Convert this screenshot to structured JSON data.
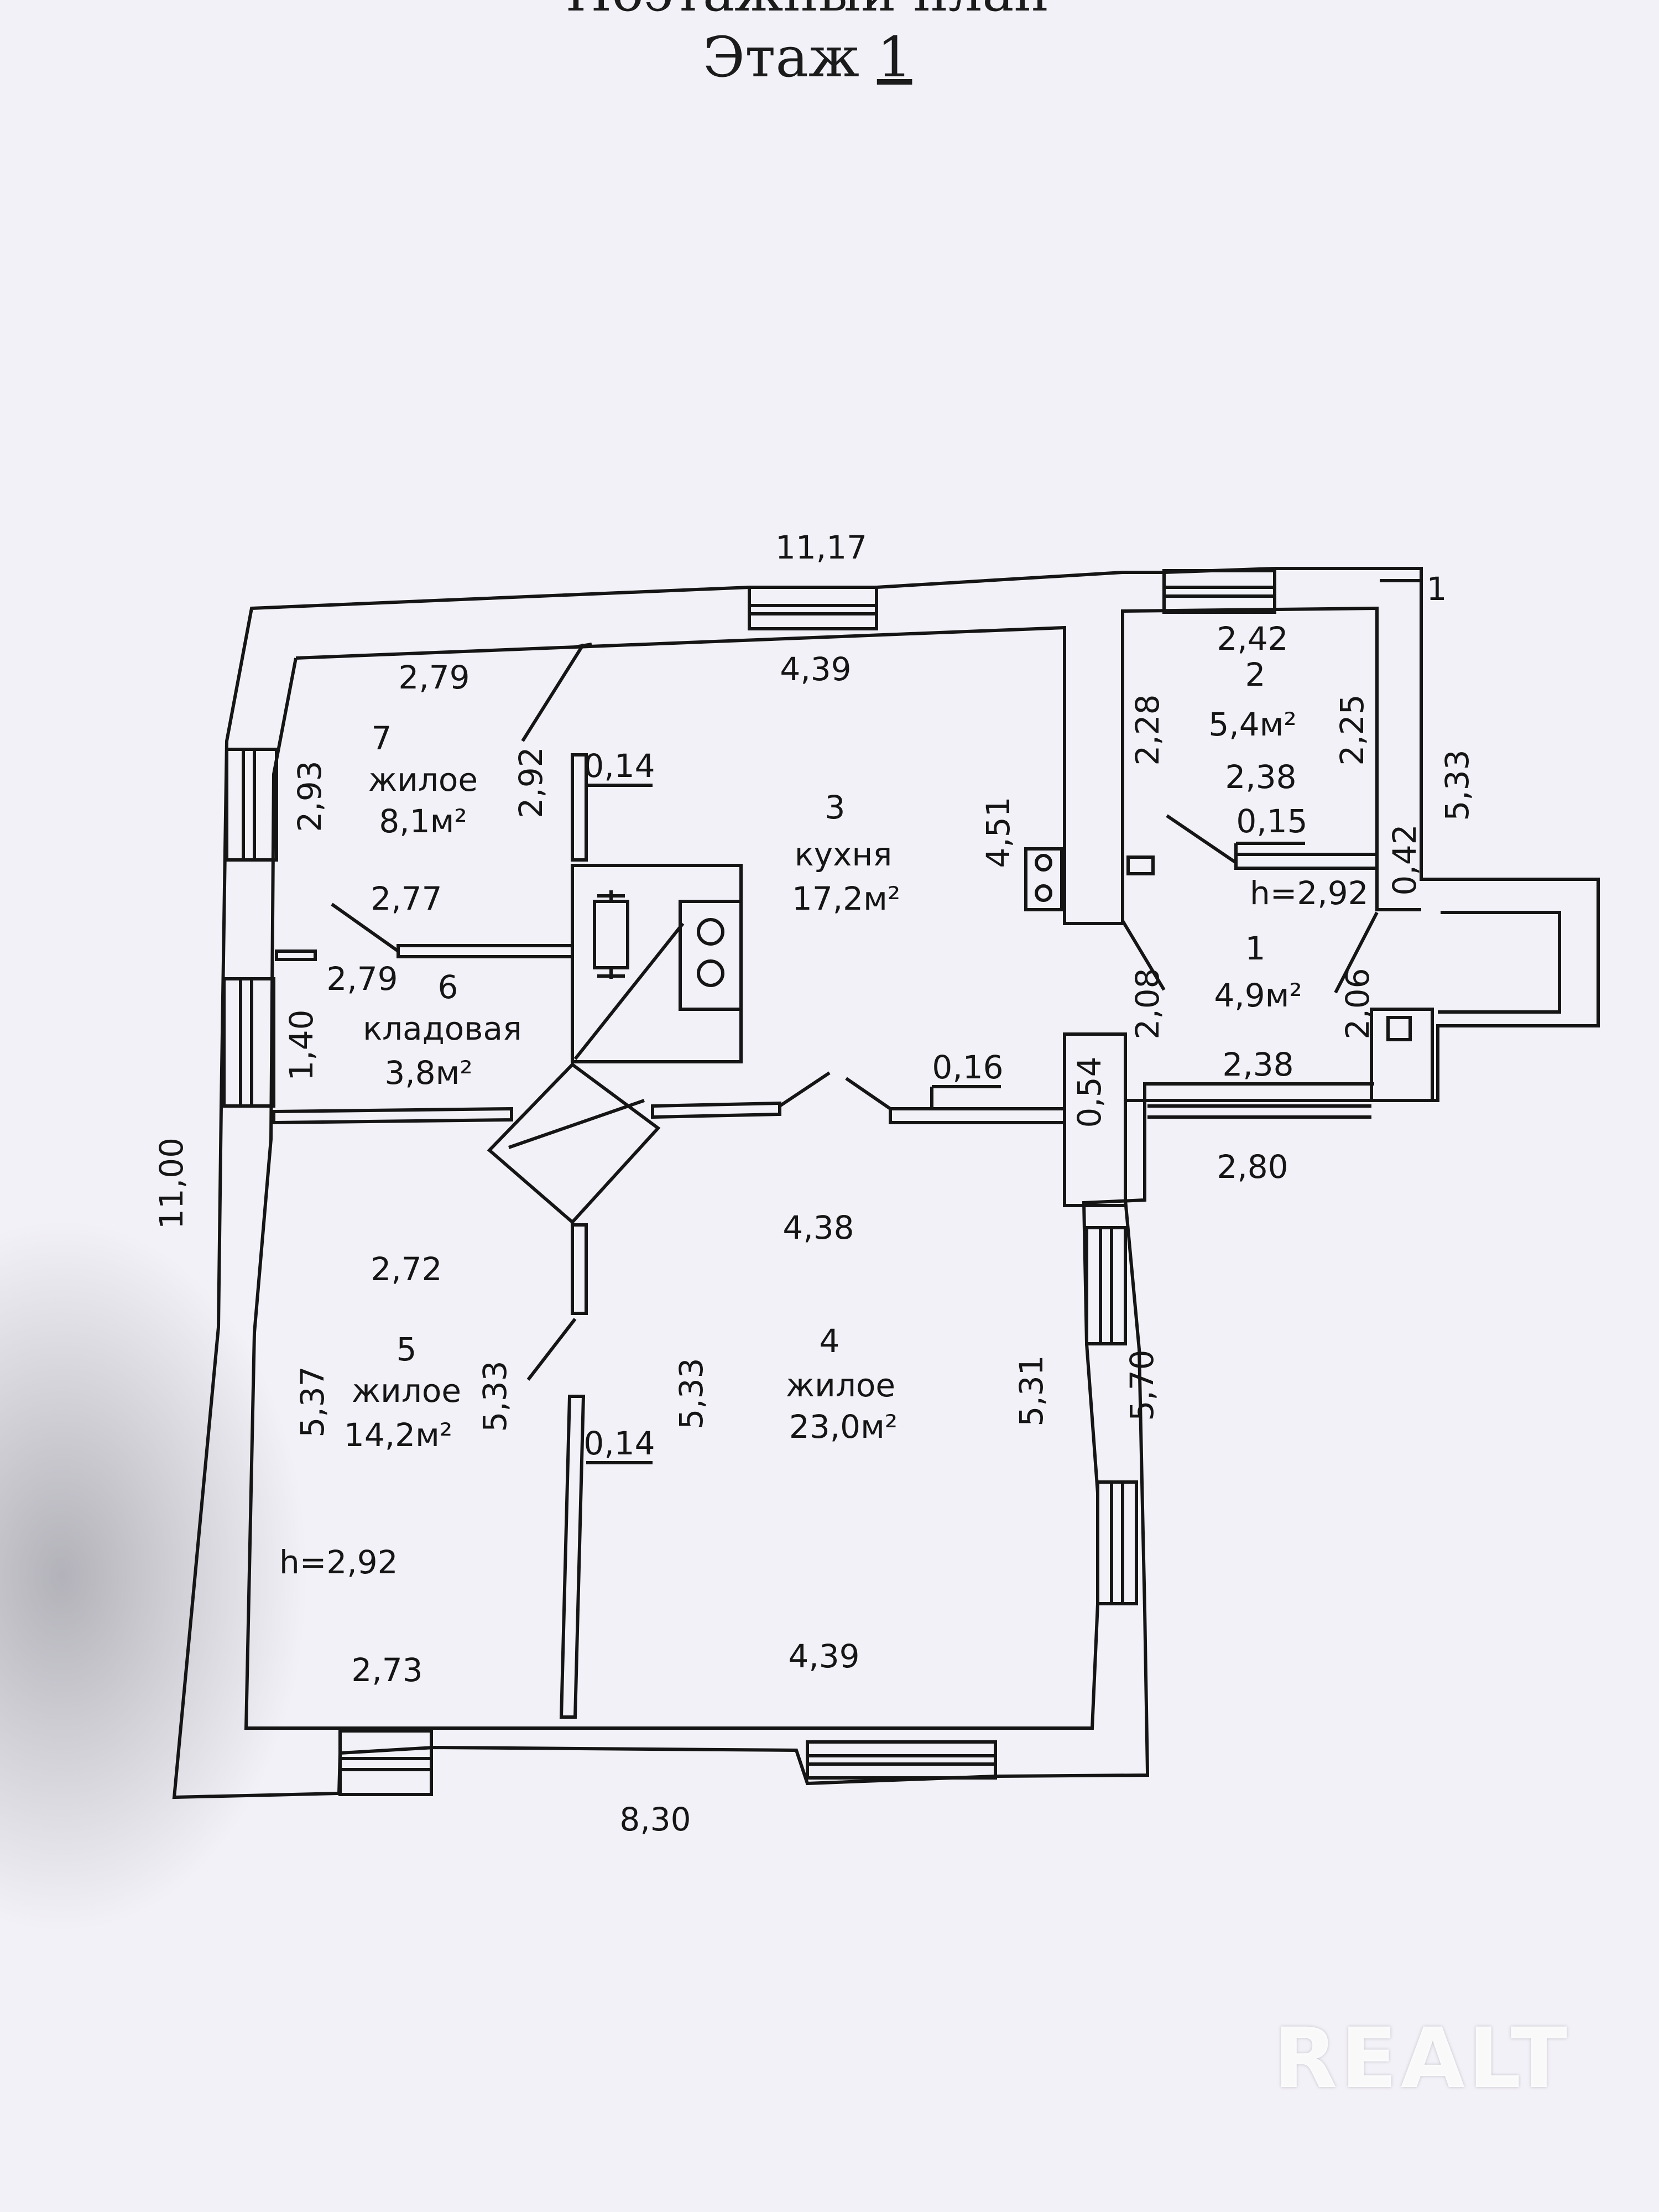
{
  "header": {
    "title": "Поэтажный план",
    "floor_prefix": "Этаж ",
    "floor_number": "1"
  },
  "rooms": [
    {
      "number": "1",
      "area": "4,9м²"
    },
    {
      "number": "2",
      "area": "5,4м²"
    },
    {
      "number": "3",
      "name": "кухня",
      "area": "17,2м²"
    },
    {
      "number": "4",
      "name": "жилое",
      "area": "23,0м²"
    },
    {
      "number": "5",
      "name": "жилое",
      "area": "14,2м²"
    },
    {
      "number": "6",
      "name": "кладовая",
      "area": "3,8м²"
    },
    {
      "number": "7",
      "name": "жилое",
      "area": "8,1м²"
    }
  ],
  "heights": [
    "h=2,92",
    "h=2,92"
  ],
  "dimensions": {
    "overall_top": "11,17",
    "overall_bottom": "8,30",
    "overall_left": "11,00",
    "outer_right_top": "5,33",
    "outer_right_bottom": "5,70",
    "corner_mark": "1",
    "r7_top": "2,79",
    "r7_left": "2,93",
    "r7_right": "2,92",
    "r7_bottom": "2,77",
    "r3_top": "4,39",
    "r3_right": "4,51",
    "partition_r3": "0,14",
    "r2_top": "2,42",
    "r2_left": "2,28",
    "r2_right": "2,25",
    "r2_bottom": "2,38",
    "r2_partition": "0,15",
    "porch_wall": "0,42",
    "r1_left": "2,08",
    "r1_right": "2,06",
    "r1_bottom": "2,38",
    "r6_top": "2,79",
    "r6_left": "1,40",
    "partition_r4_top": "0,16",
    "pillar": "0,54",
    "porch_bottom": "2,80",
    "r4_top": "4,38",
    "r4_left": "5,33",
    "r4_right": "5,31",
    "r4_bottom": "4,39",
    "partition_r4": "0,14",
    "r5_top": "2,72",
    "r5_left": "5,37",
    "r5_right": "5,33",
    "r5_bottom": "2,73"
  },
  "watermark": "REALT",
  "colors": {
    "paper": "#f2f1f7",
    "ink": "#151515"
  }
}
